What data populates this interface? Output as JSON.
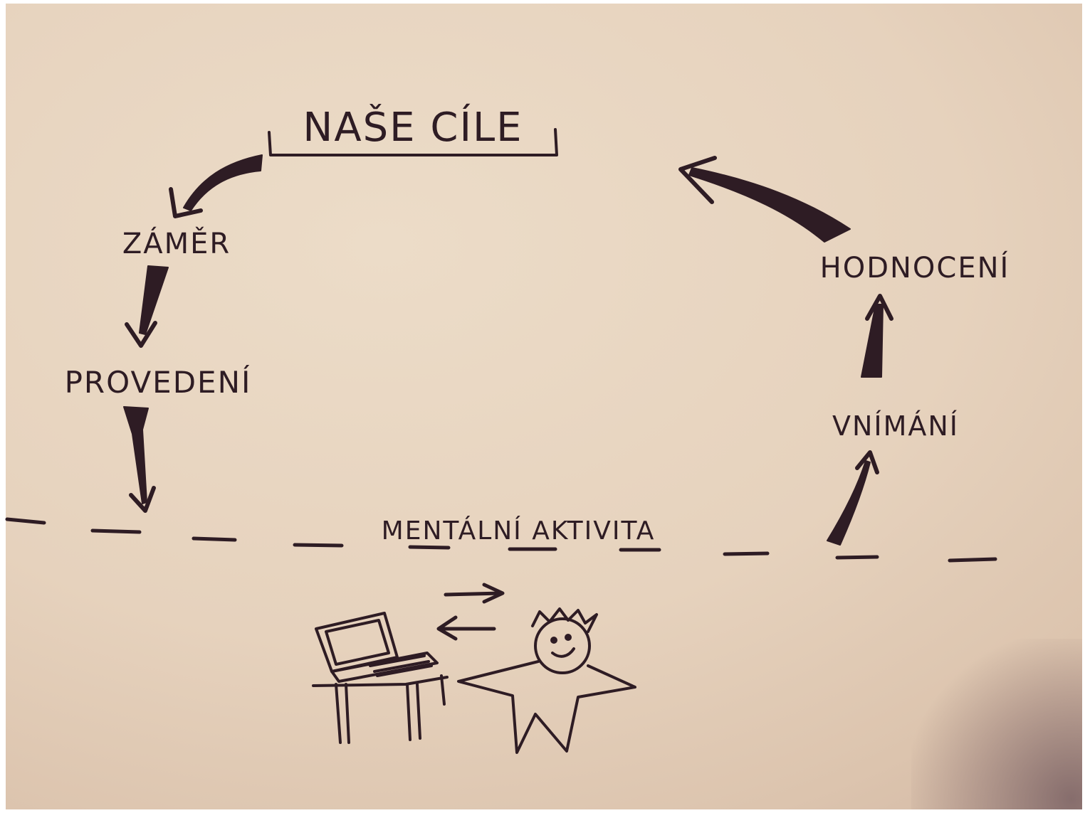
{
  "diagram": {
    "nodes": [
      {
        "id": "goals",
        "label": "NAŠE CÍLE"
      },
      {
        "id": "intent",
        "label": "ZÁMĚR"
      },
      {
        "id": "execution",
        "label": "PROVEDENÍ"
      },
      {
        "id": "perception",
        "label": "VNÍMÁNÍ"
      },
      {
        "id": "evaluation",
        "label": "HODNOCENÍ"
      }
    ],
    "divider_label": "MENTÁLNÍ AKTIVITA",
    "edges": [
      {
        "from": "goals",
        "to": "intent"
      },
      {
        "from": "intent",
        "to": "execution"
      },
      {
        "from": "execution",
        "to": "divider"
      },
      {
        "from": "divider",
        "to": "perception"
      },
      {
        "from": "perception",
        "to": "evaluation"
      },
      {
        "from": "evaluation",
        "to": "goals"
      }
    ],
    "colors": {
      "paper": "#e6d2bd",
      "ink": "#2e1c24"
    }
  }
}
